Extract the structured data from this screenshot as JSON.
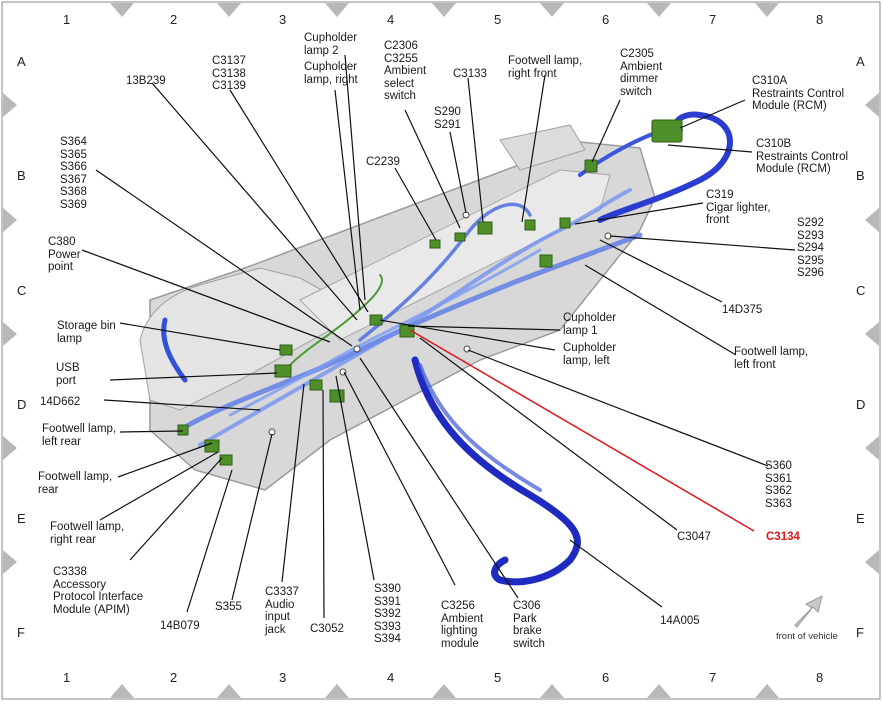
{
  "grid": {
    "columns": [
      "1",
      "2",
      "3",
      "4",
      "5",
      "6",
      "7",
      "8"
    ],
    "rows": [
      "A",
      "B",
      "C",
      "D",
      "E",
      "F"
    ]
  },
  "orientation": {
    "label": "front of vehicle"
  },
  "callouts": [
    {
      "id": "13b239",
      "lines": [
        "13B239"
      ]
    },
    {
      "id": "c3137",
      "lines": [
        "C3137",
        "C3138",
        "C3139"
      ]
    },
    {
      "id": "cupholder-lamp-2",
      "lines": [
        "Cupholder",
        "lamp 2"
      ]
    },
    {
      "id": "cupholder-lamp-right",
      "lines": [
        "Cupholder",
        "lamp, right"
      ]
    },
    {
      "id": "c2306",
      "lines": [
        "C2306",
        "C3255",
        "Ambient",
        "select",
        "switch"
      ]
    },
    {
      "id": "c3133",
      "lines": [
        "C3133"
      ]
    },
    {
      "id": "footwell-right-front",
      "lines": [
        "Footwell lamp,",
        "right front"
      ]
    },
    {
      "id": "c2305",
      "lines": [
        "C2305",
        "Ambient",
        "dimmer",
        "switch"
      ]
    },
    {
      "id": "c310a",
      "lines": [
        "C310A",
        "Restraints Control",
        "Module (RCM)"
      ]
    },
    {
      "id": "c310b",
      "lines": [
        "C310B",
        "Restraints Control",
        "Module (RCM)"
      ]
    },
    {
      "id": "s290",
      "lines": [
        "S290",
        "S291"
      ]
    },
    {
      "id": "s364",
      "lines": [
        "S364",
        "S365",
        "S366",
        "S367",
        "S368",
        "S369"
      ]
    },
    {
      "id": "c2239",
      "lines": [
        "C2239"
      ]
    },
    {
      "id": "c319",
      "lines": [
        "C319",
        "Cigar lighter,",
        "front"
      ]
    },
    {
      "id": "s292",
      "lines": [
        "S292",
        "S293",
        "S294",
        "S295",
        "S296"
      ]
    },
    {
      "id": "c380",
      "lines": [
        "C380",
        "Power",
        "point"
      ]
    },
    {
      "id": "14d375",
      "lines": [
        "14D375"
      ]
    },
    {
      "id": "storage-bin",
      "lines": [
        "Storage bin",
        "lamp"
      ]
    },
    {
      "id": "cupholder-lamp-1",
      "lines": [
        "Cupholder",
        "lamp 1"
      ]
    },
    {
      "id": "cupholder-lamp-left",
      "lines": [
        "Cupholder",
        "lamp, left"
      ]
    },
    {
      "id": "footwell-left-front",
      "lines": [
        "Footwell lamp,",
        "left front"
      ]
    },
    {
      "id": "usb",
      "lines": [
        "USB",
        "port"
      ]
    },
    {
      "id": "14d662",
      "lines": [
        "14D662"
      ]
    },
    {
      "id": "footwell-left-rear",
      "lines": [
        "Footwell lamp,",
        "left rear"
      ]
    },
    {
      "id": "footwell-rear",
      "lines": [
        "Footwell lamp,",
        "rear"
      ]
    },
    {
      "id": "footwell-right-rear",
      "lines": [
        "Footwell lamp,",
        "right rear"
      ]
    },
    {
      "id": "s360",
      "lines": [
        "S360",
        "S361",
        "S362",
        "S363"
      ]
    },
    {
      "id": "c3047",
      "lines": [
        "C3047"
      ]
    },
    {
      "id": "c3134",
      "lines": [
        "C3134"
      ],
      "highlight": true
    },
    {
      "id": "c3338",
      "lines": [
        "C3338",
        "Accessory",
        "Protocol Interface",
        "Module (APIM)"
      ]
    },
    {
      "id": "14b079",
      "lines": [
        "14B079"
      ]
    },
    {
      "id": "s355",
      "lines": [
        "S355"
      ]
    },
    {
      "id": "c3337",
      "lines": [
        "C3337",
        "Audio",
        "input",
        "jack"
      ]
    },
    {
      "id": "c3052",
      "lines": [
        "C3052"
      ]
    },
    {
      "id": "s390",
      "lines": [
        "S390",
        "S391",
        "S392",
        "S393",
        "S394"
      ]
    },
    {
      "id": "c3256",
      "lines": [
        "C3256",
        "Ambient",
        "lighting",
        "module"
      ]
    },
    {
      "id": "c306",
      "lines": [
        "C306",
        "Park",
        "brake",
        "switch"
      ]
    },
    {
      "id": "14a005",
      "lines": [
        "14A005"
      ]
    }
  ],
  "colors": {
    "highlight": "#e0161b",
    "harness": "#2a4bd8",
    "harness_dark": "#1a1fa8",
    "connector": "#4f8f2a",
    "console": "#c9c9c9",
    "grid_marker": "#b5b5b5"
  }
}
